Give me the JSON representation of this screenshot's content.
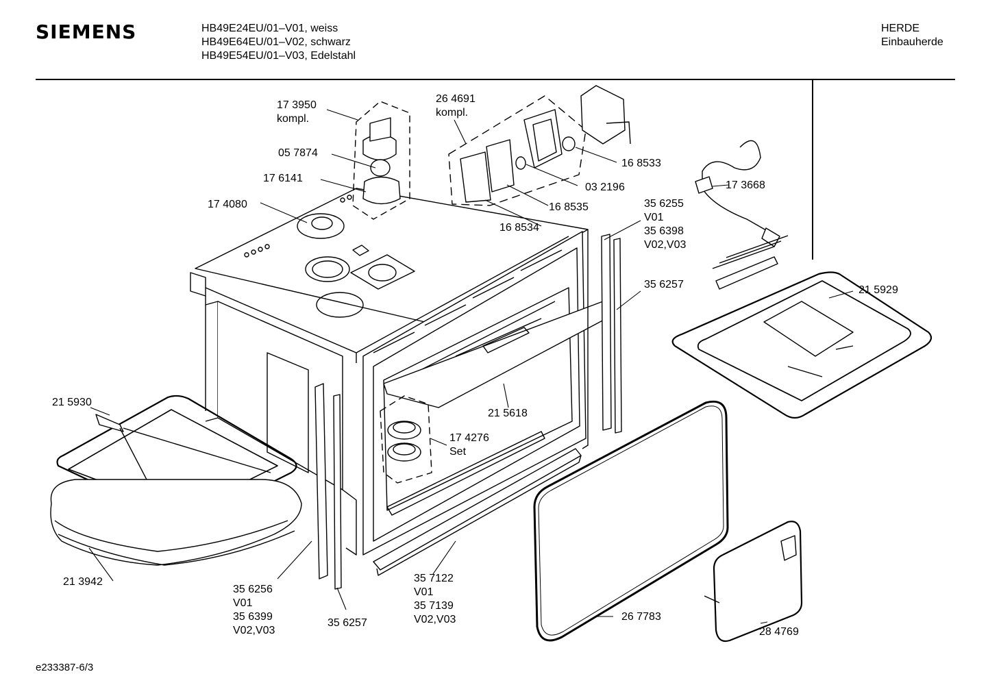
{
  "header": {
    "brand": "SIEMENS",
    "models": [
      "HB49E24EU/01–V01, weiss",
      "HB49E64EU/01–V02, schwarz",
      "HB49E54EU/01–V03, Edelstahl"
    ],
    "category": [
      "HERDE",
      "Einbauherde"
    ]
  },
  "footer": {
    "drawing_id": "e233387-6/3"
  },
  "parts": {
    "p173950": [
      "17 3950",
      "kompl."
    ],
    "p057874": [
      "05 7874"
    ],
    "p176141": [
      "17 6141"
    ],
    "p174080": [
      "17 4080"
    ],
    "p264691": [
      "26 4691",
      "kompl."
    ],
    "p168533": [
      "16 8533"
    ],
    "p032196": [
      "03 2196"
    ],
    "p168535": [
      "16 8535"
    ],
    "p168534": [
      "16 8534"
    ],
    "p173668": [
      "17 3668"
    ],
    "p356255": [
      "35 6255",
      "V01",
      "35 6398",
      "V02,V03"
    ],
    "p356257a": [
      "35 6257"
    ],
    "p215929": [
      "21 5929"
    ],
    "p215930": [
      "21 5930"
    ],
    "p215618": [
      "21 5618"
    ],
    "p174276": [
      "17 4276",
      "Set"
    ],
    "p213942": [
      "21 3942"
    ],
    "p356256": [
      "35 6256",
      "V01",
      "35 6399",
      "V02,V03"
    ],
    "p356257b": [
      "35 6257"
    ],
    "p357122": [
      "35 7122",
      "V01",
      "35 7139",
      "V02,V03"
    ],
    "p267783": [
      "26 7783"
    ],
    "p284769": [
      "28 4769"
    ]
  }
}
